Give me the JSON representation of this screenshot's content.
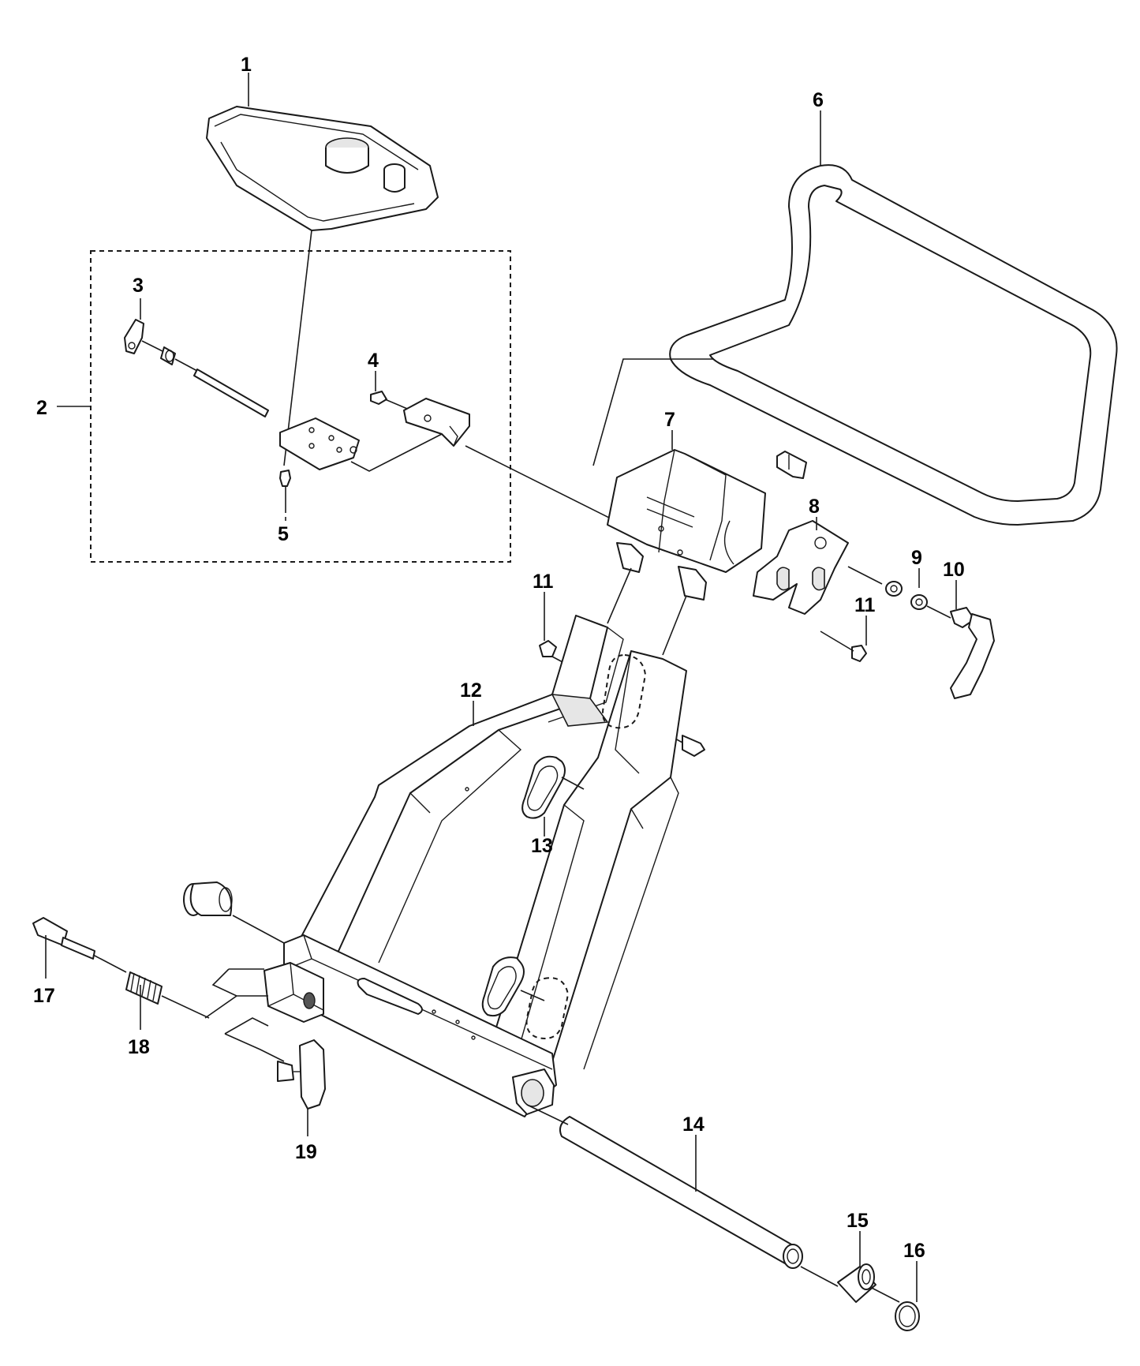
{
  "callouts": {
    "c1": "1",
    "c2": "2",
    "c3": "3",
    "c4": "4",
    "c5": "5",
    "c6": "6",
    "c7": "7",
    "c8": "8",
    "c9": "9",
    "c10": "10",
    "c11a": "11",
    "c11b": "11",
    "c12": "12",
    "c13": "13",
    "c14": "14",
    "c15": "15",
    "c16": "16",
    "c17": "17",
    "c18": "18",
    "c19": "19"
  },
  "colors": {
    "line": "#1a1a1a",
    "background": "#ffffff",
    "shade": "#e6e6e6"
  }
}
